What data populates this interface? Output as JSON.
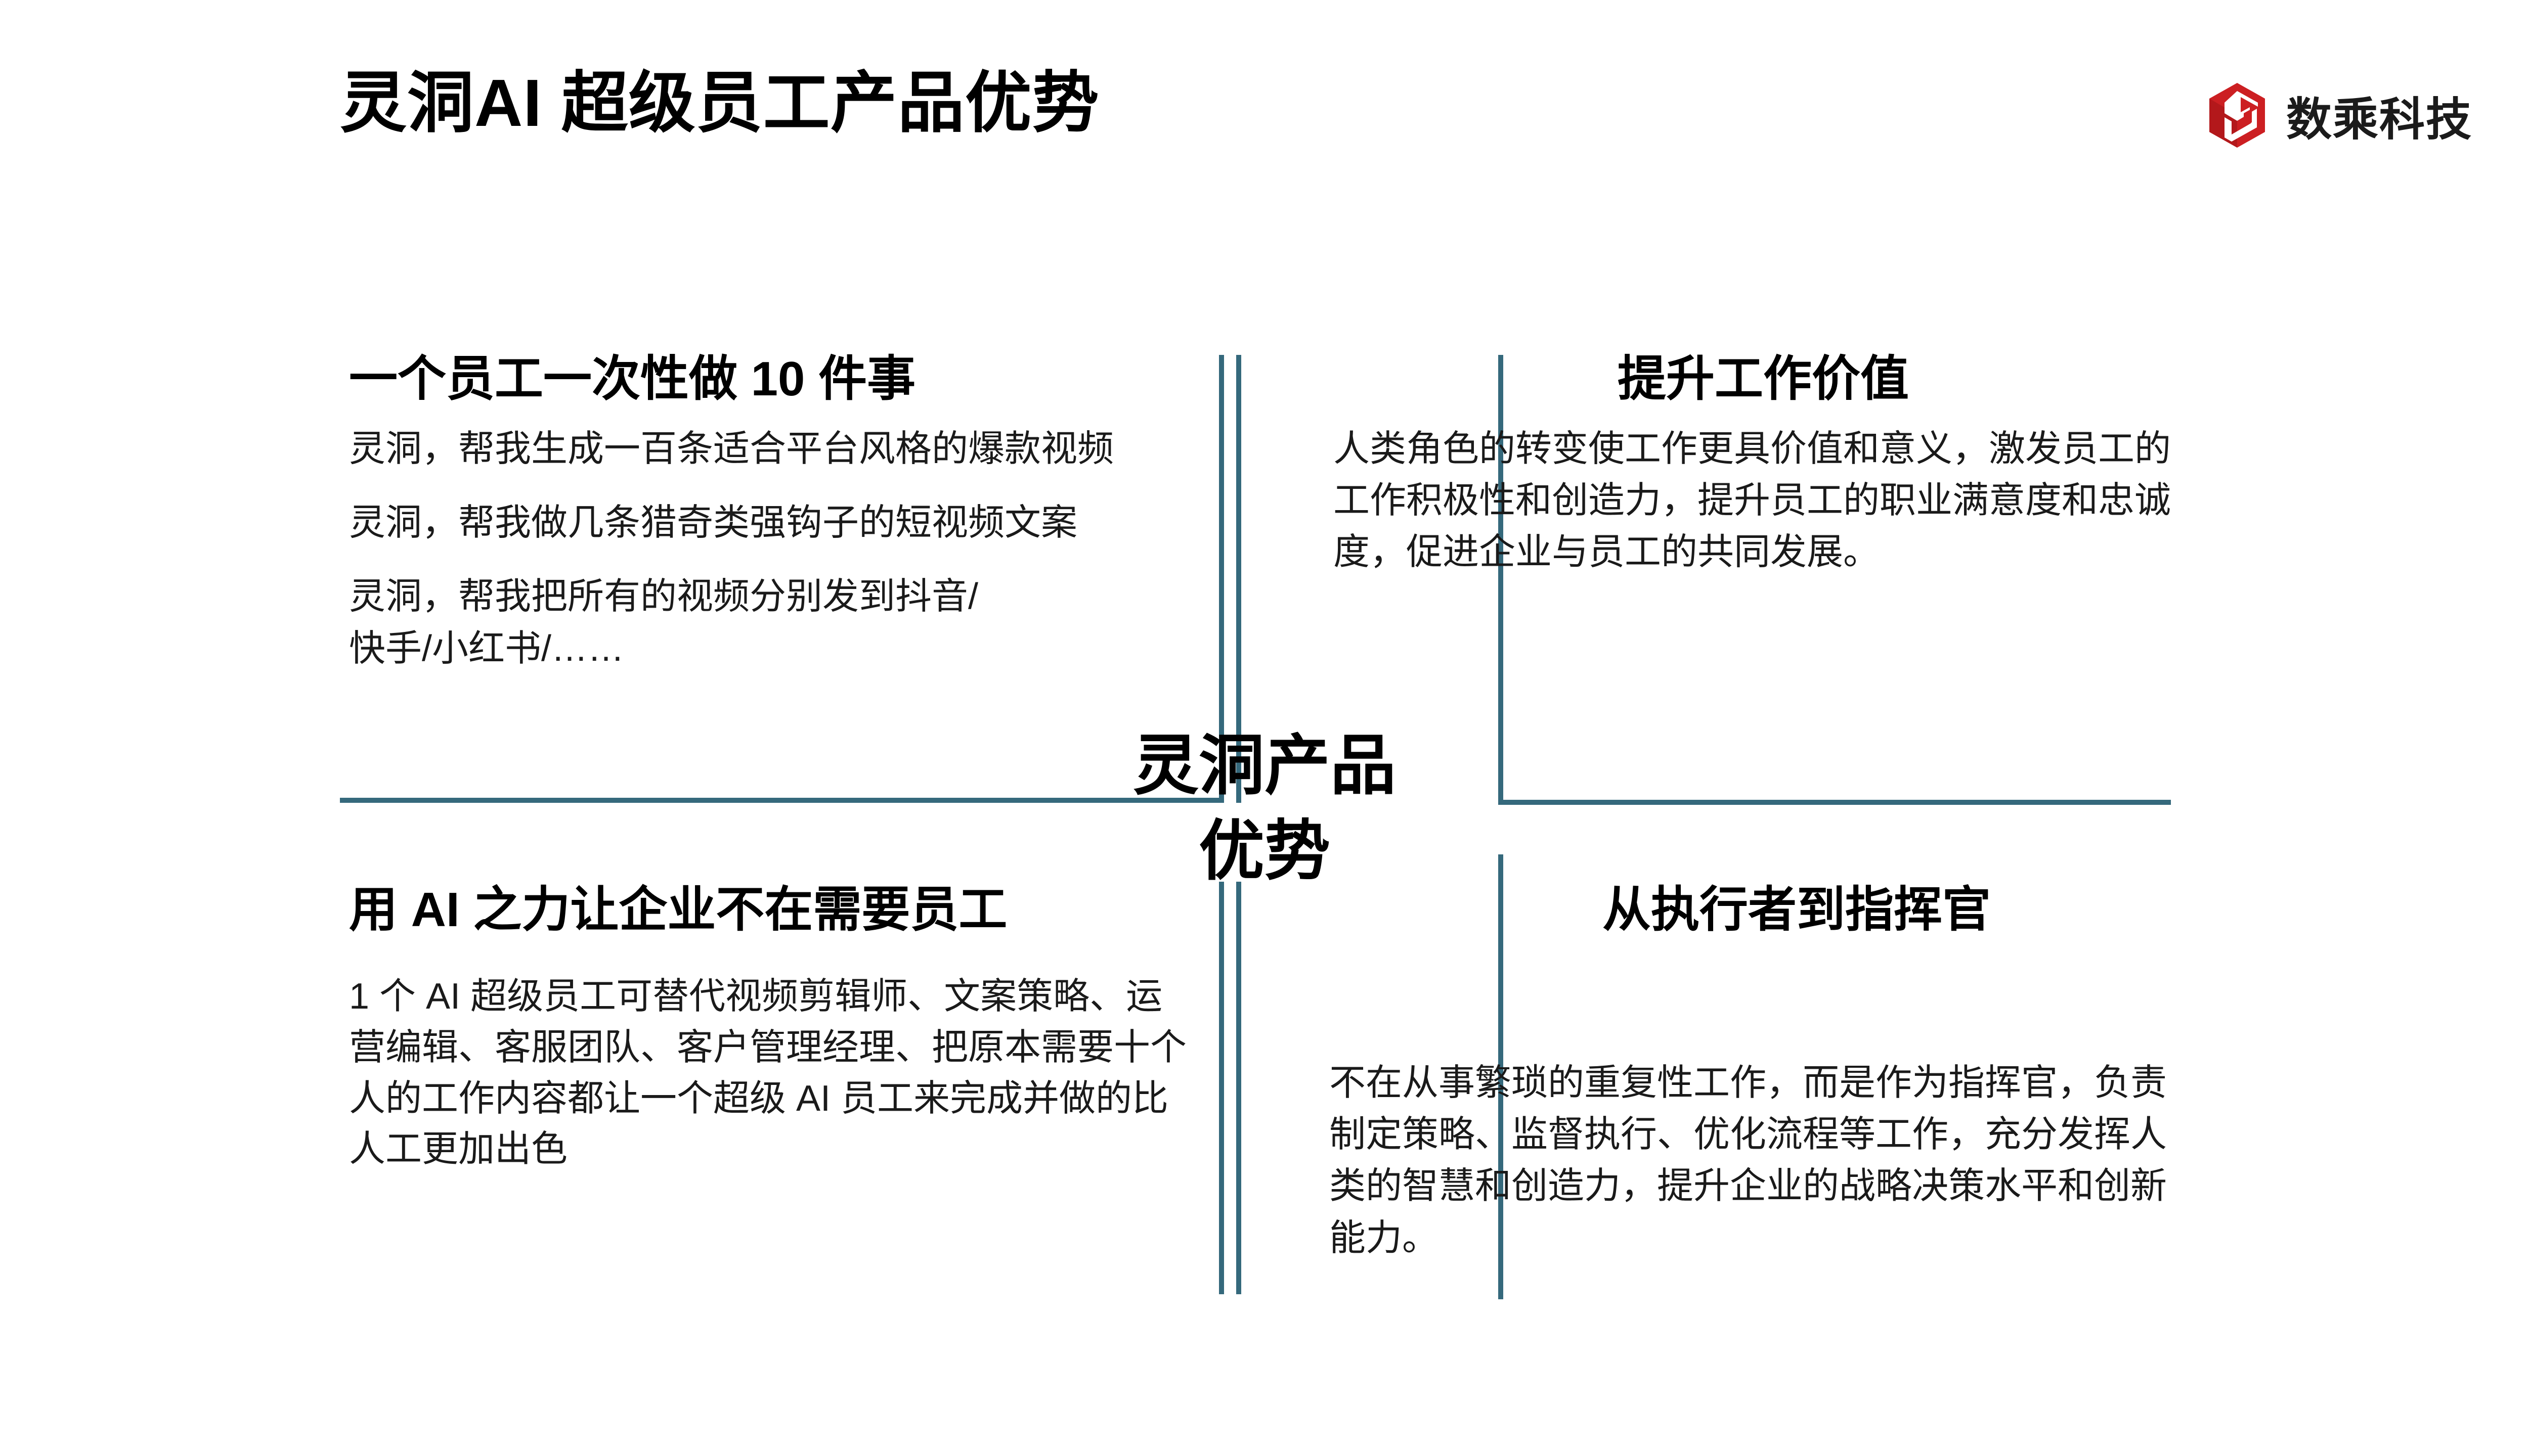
{
  "slide": {
    "title": "灵洞AI 超级员工产品优势",
    "background": "#ffffff",
    "accent_color": "#35697C",
    "brand_color": "#CC1F22"
  },
  "brand": {
    "logo_icon": "shucheng-cube-logo-icon",
    "name": "数乘科技"
  },
  "center": {
    "line1": "灵洞产品",
    "line2": "优势"
  },
  "quadrants": {
    "top_left": {
      "heading": "一个员工一次性做 10 件事",
      "paragraphs": [
        "灵洞，帮我生成一百条适合平台风格的爆款视频",
        "灵洞，帮我做几条猎奇类强钩子的短视频文案",
        "灵洞，帮我把所有的视频分别发到抖音/快手/小红书/……"
      ]
    },
    "top_right": {
      "heading": "提升工作价值",
      "paragraphs": [
        "人类角色的转变使工作更具价值和意义，激发员工的工作积极性和创造力，提升员工的职业满意度和忠诚度，促进企业与员工的共同发展。"
      ]
    },
    "bottom_left": {
      "heading": "用 AI 之力让企业不在需要员工",
      "paragraphs": [
        "1 个 AI 超级员工可替代视频剪辑师、文案策略、运营编辑、客服团队、客户管理经理、把原本需要十个人的工作内容都让一个超级 AI 员工来完成并做的比人工更加出色"
      ]
    },
    "bottom_right": {
      "heading": "从执行者到指挥官",
      "paragraphs": [
        "不在从事繁琐的重复性工作，而是作为指挥官，负责制定策略、监督执行、优化流程等工作，充分发挥人类的智慧和创造力，提升企业的战略决策水平和创新能力。"
      ]
    }
  }
}
